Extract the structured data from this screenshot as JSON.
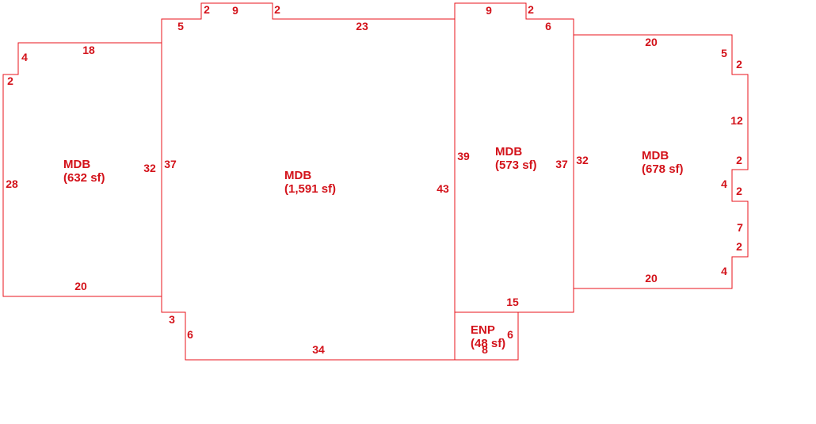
{
  "colors": {
    "line": "#e8131b",
    "text": "#d3121a",
    "background": "#ffffff"
  },
  "rooms": [
    {
      "label": "MDB",
      "area": "(632 sf)"
    },
    {
      "label": "MDB",
      "area": "(1,591 sf)"
    },
    {
      "label": "MDB",
      "area": "(573 sf)"
    },
    {
      "label": "MDB",
      "area": "(678 sf)"
    },
    {
      "label": "ENP",
      "area": "(48 sf)"
    }
  ],
  "dimensions": {
    "left": [
      "18",
      "4",
      "2",
      "28",
      "32",
      "20"
    ],
    "center": [
      "5",
      "2",
      "9",
      "2",
      "23",
      "37",
      "43",
      "3",
      "6",
      "34"
    ],
    "middle": [
      "9",
      "2",
      "6",
      "39",
      "37",
      "15"
    ],
    "right": [
      "20",
      "5",
      "2",
      "12",
      "32",
      "2",
      "4",
      "2",
      "7",
      "2",
      "4",
      "20"
    ],
    "enp": [
      "6",
      "8"
    ]
  }
}
